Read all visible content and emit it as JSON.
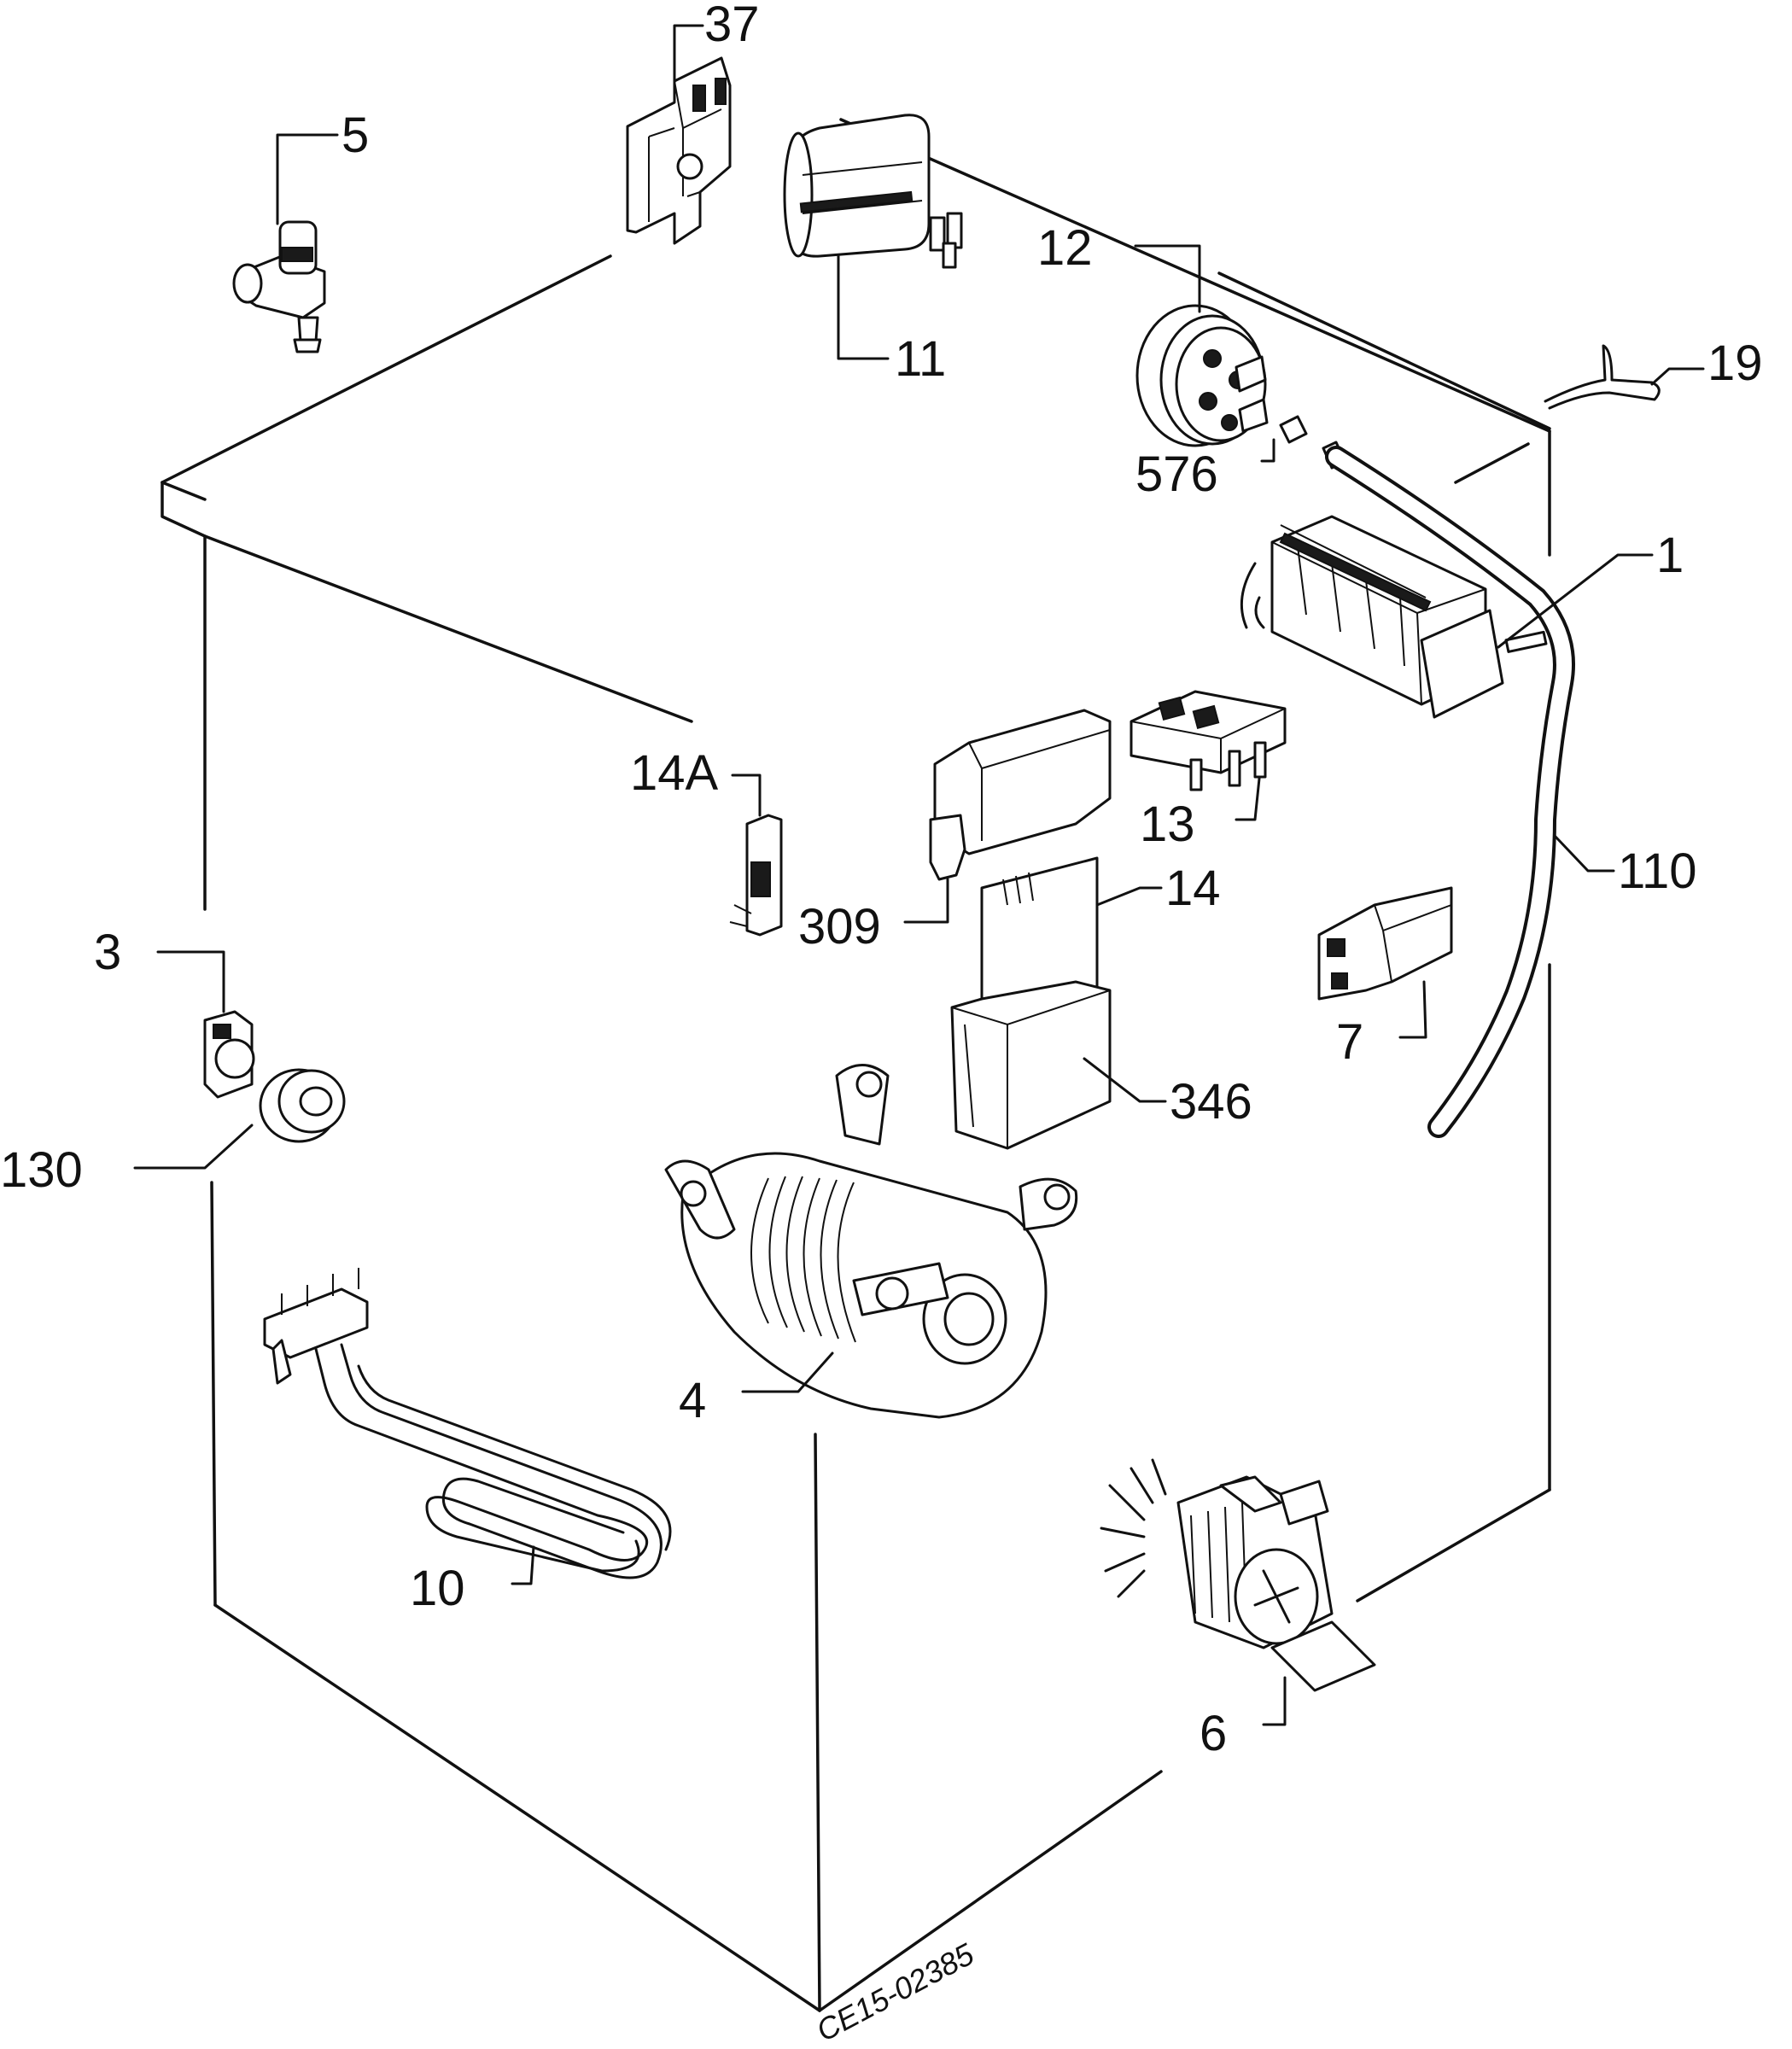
{
  "labels": {
    "p1": "1",
    "p3": "3",
    "p4": "4",
    "p5": "5",
    "p6": "6",
    "p7": "7",
    "p10": "10",
    "p11": "11",
    "p12": "12",
    "p13": "13",
    "p14": "14",
    "p14a": "14A",
    "p19": "19",
    "p37": "37",
    "p110": "110",
    "p130": "130",
    "p309": "309",
    "p346": "346",
    "p576": "576"
  },
  "drawing_code": "CE15-02385"
}
